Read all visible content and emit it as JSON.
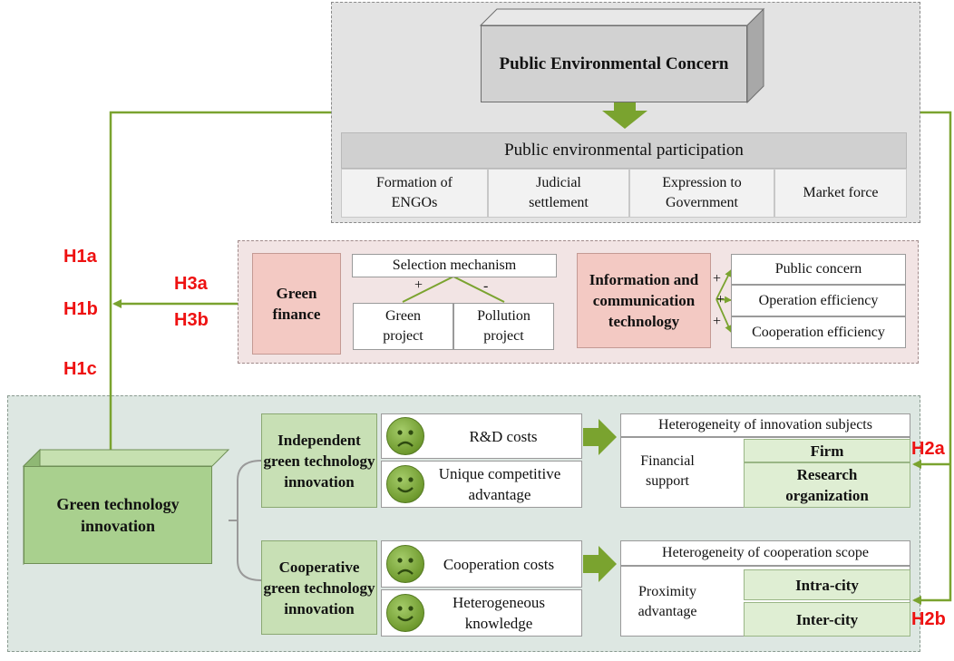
{
  "top": {
    "title": "Public Environmental Concern",
    "participation_header": "Public environmental participation",
    "participation_items": [
      "Formation of ENGOs",
      "Judicial settlement",
      "Expression to Government",
      "Market force"
    ]
  },
  "middle": {
    "green_finance": "Green finance",
    "selection_mechanism": "Selection mechanism",
    "plus": "+",
    "minus": "-",
    "green_project": "Green project",
    "pollution_project": "Pollution project",
    "ict": "Information and communication technology",
    "ict_items": [
      "Public concern",
      "Operation efficiency",
      "Cooperation efficiency"
    ]
  },
  "bottom": {
    "green_tech": "Green technology innovation",
    "independent": "Independent green technology innovation",
    "cooperative": "Cooperative green technology innovation",
    "rd_costs": "R&D costs",
    "unique": "Unique competitive advantage",
    "coop_costs": "Cooperation costs",
    "hetero_knowledge": "Heterogeneous knowledge",
    "hetero_subjects": "Heterogeneity of innovation subjects",
    "financial_support": "Financial support",
    "firm": "Firm",
    "research_org": "Research organization",
    "hetero_scope": "Heterogeneity of cooperation scope",
    "proximity": "Proximity advantage",
    "intra_city": "Intra-city",
    "inter_city": "Inter-city"
  },
  "hypotheses": {
    "h1a": "H1a",
    "h1b": "H1b",
    "h1c": "H1c",
    "h2a": "H2a",
    "h2b": "H2b",
    "h3a": "H3a",
    "h3b": "H3b"
  },
  "colors": {
    "arrow_green": "#7aa32f",
    "hypothesis_red": "#ee1111",
    "box_green": "#a9d08e",
    "box_pink": "#f3c9c3"
  }
}
